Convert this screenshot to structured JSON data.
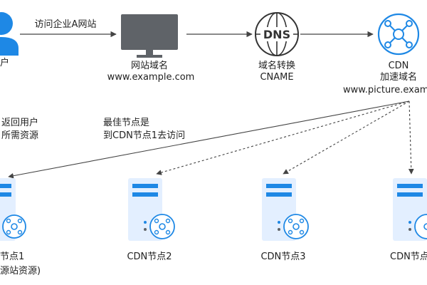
{
  "user": {
    "label": "户"
  },
  "edges": {
    "visit_label": "访问企业A网站",
    "return_label_1": "返回用户",
    "return_label_2": "所需资源",
    "best_label_1": "最佳节点是",
    "best_label_2": "到CDN节点1去访问"
  },
  "website": {
    "label": "网站域名",
    "domain": "www.example.com"
  },
  "dns": {
    "icon_text": "DNS",
    "label": "域名转换",
    "cname": "CNAME"
  },
  "cdn": {
    "title": "CDN",
    "label": "加速域名",
    "domain": "www.picture.exam"
  },
  "nodes": [
    {
      "label": "节点1",
      "sub": "源站资源)"
    },
    {
      "label": "CDN节点2"
    },
    {
      "label": "CDN节点3"
    },
    {
      "label": "CDN节点"
    }
  ],
  "colors": {
    "accent": "#1e88e5",
    "monitor": "#5f6368",
    "server": "#e3efff",
    "line": "#444444"
  }
}
